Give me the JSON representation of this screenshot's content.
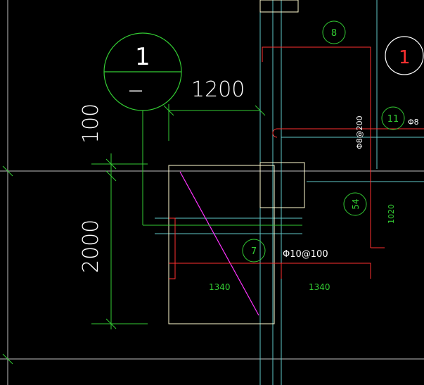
{
  "drawing": {
    "colors": {
      "background": "#000000",
      "gridline": "#c0c0c0",
      "axis_cyan": "#5fc8c8",
      "dimension_green": "#33cc33",
      "rebar_red": "#ff3030",
      "column_outline": "#fffbd0",
      "diagonal_magenta": "#ff33ff",
      "text_white": "#ffffff"
    },
    "section_marker_left": {
      "top": "1",
      "bottom": "—"
    },
    "section_marker_right": {
      "label": "1"
    },
    "dimensions": {
      "horizontal_top": "1200",
      "vertical_upper": "100",
      "vertical_lower": "2000"
    },
    "bubbles": {
      "b8": "8",
      "b11": "11",
      "b54": "54",
      "b7": "7"
    },
    "rebar_labels": {
      "phi8_200_vertical": "Φ8@200",
      "phi8_right": "Φ8",
      "phi10_100": "Φ10@100",
      "len_1340_left": "1340",
      "len_1340_right": "1340",
      "len_1020": "1020"
    }
  }
}
